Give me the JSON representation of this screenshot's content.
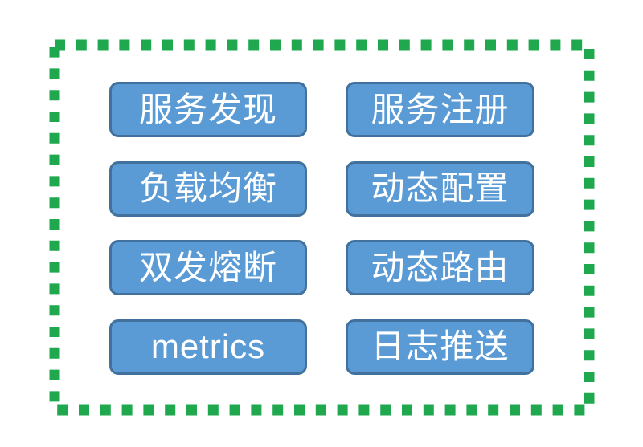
{
  "canvas": {
    "background_color": "#ffffff"
  },
  "diagram": {
    "frame": {
      "style": "dashed",
      "border_color": "#1fa84e"
    },
    "button_fill": "#5b9bd5",
    "button_border": "#41719c",
    "button_text_color": "#ffffff",
    "buttons": [
      {
        "label": "服务发现"
      },
      {
        "label": "服务注册"
      },
      {
        "label": "负载均衡"
      },
      {
        "label": "动态配置"
      },
      {
        "label": "双发熔断"
      },
      {
        "label": "动态路由"
      },
      {
        "label": "metrics"
      },
      {
        "label": "日志推送"
      }
    ]
  }
}
